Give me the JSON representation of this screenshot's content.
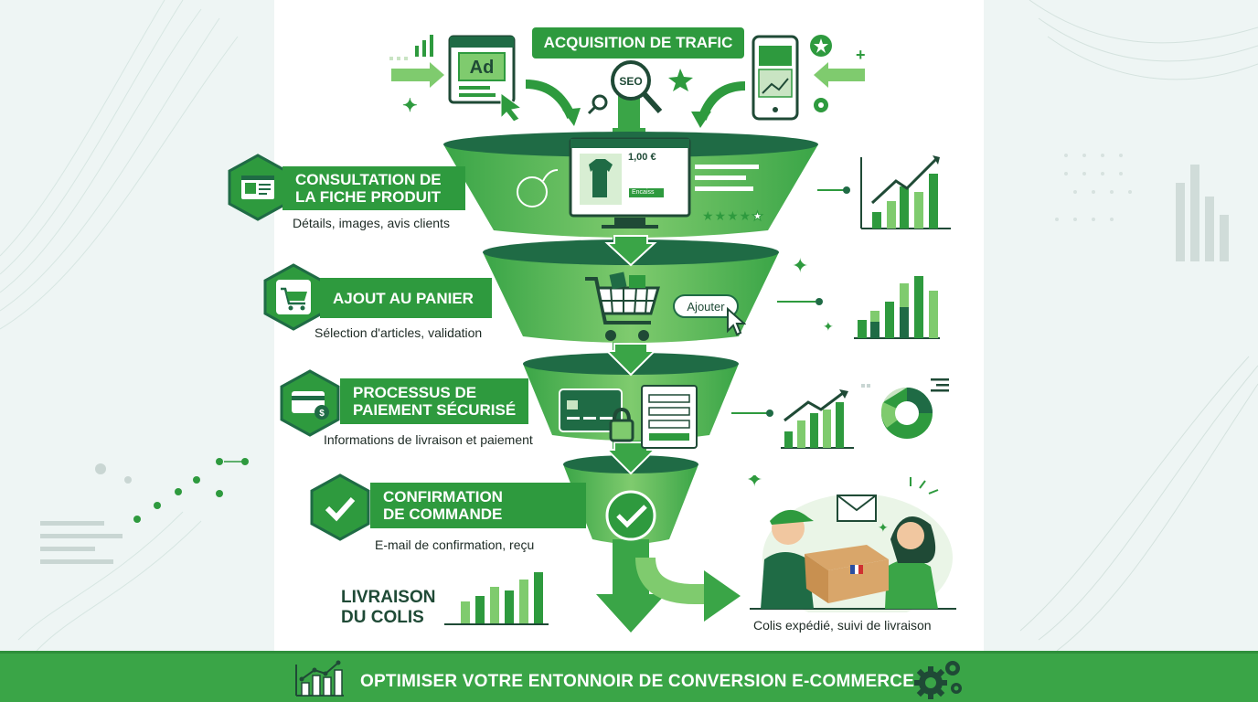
{
  "top": {
    "title": "ACQUISITION DE TRAFIC",
    "ad_label": "Ad",
    "seo_label": "SEO"
  },
  "steps": [
    {
      "title_line1": "CONSULTATION DE",
      "title_line2": "LA FICHE PRODUIT",
      "subtitle": "Détails, images, avis clients",
      "icon": "product-page-icon"
    },
    {
      "title_line1": "AJOUT AU PANIER",
      "title_line2": "",
      "subtitle": "Sélection d'articles, validation",
      "icon": "cart-icon"
    },
    {
      "title_line1": "PROCESSUS DE",
      "title_line2": "PAIEMENT SÉCURISÉ",
      "subtitle": "Informations de livraison et paiement",
      "icon": "payment-card-icon"
    },
    {
      "title_line1": "CONFIRMATION",
      "title_line2": "DE COMMANDE",
      "subtitle": "E-mail de confirmation, reçu",
      "icon": "checkmark-icon"
    }
  ],
  "product": {
    "price": "1,00 €",
    "button": "Encaiss",
    "rating_stars": 5
  },
  "cart": {
    "button": "Ajouter"
  },
  "delivery": {
    "title_line1": "LIVRAISON",
    "title_line2": "DU COLIS",
    "caption": "Colis expédié, suivi de livraison"
  },
  "footer": {
    "text": "OPTIMISER VOTRE ENTONNOIR DE CONVERSION E-COMMERCE"
  },
  "colors": {
    "primary": "#2e9a3e",
    "light": "#7fcb6e",
    "dark": "#1f6b45",
    "accent_dark": "#1f4a36"
  }
}
